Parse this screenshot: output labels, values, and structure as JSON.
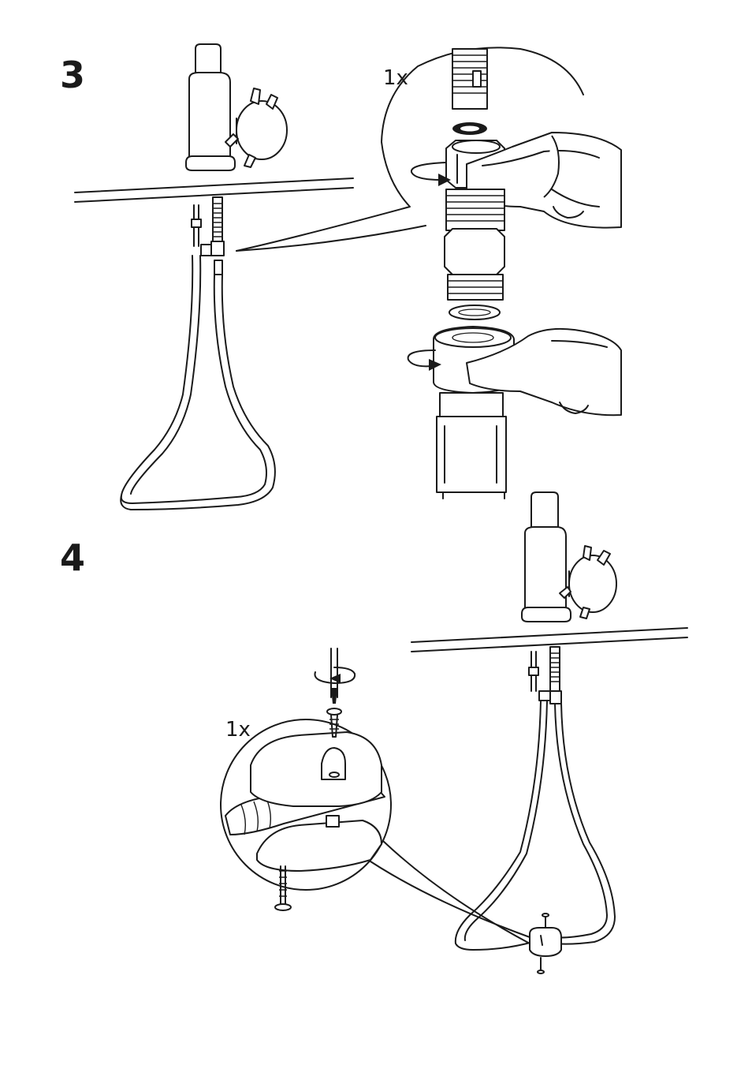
{
  "step3": {
    "number": "3",
    "quantity": "1x"
  },
  "step4": {
    "number": "4",
    "quantity": "1x"
  },
  "colors": {
    "ink": "#1a1a1a",
    "paper": "#ffffff"
  },
  "icons": [
    "faucet-icon",
    "wrench-icon",
    "rotate-arrow-icon",
    "screwdriver-icon",
    "screw-icon",
    "hose-clip-icon",
    "washer-icon"
  ]
}
